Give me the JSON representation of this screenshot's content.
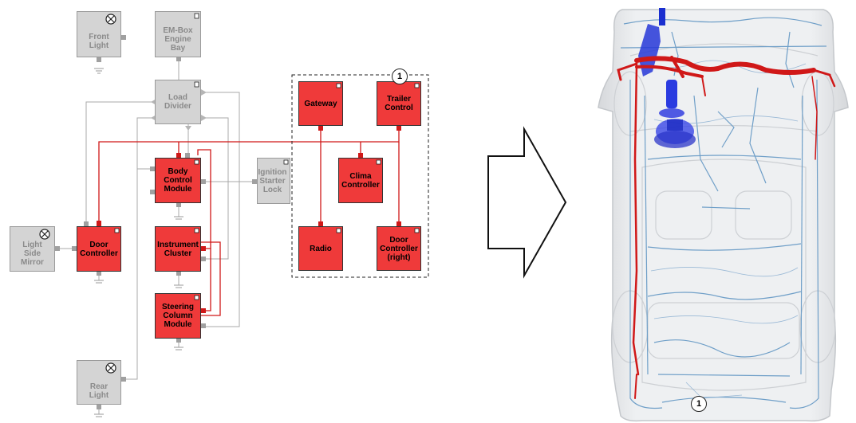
{
  "diagram": {
    "nodes": {
      "front_light": "Front Light",
      "em_box": "EM-Box\nEngine Bay",
      "load_divider": "Load\nDivider",
      "body_control": "Body\nControl\nModule",
      "ignition": "Ignition\nStarter\nLock",
      "light_mirror": "Light\nSide Mirror",
      "door_ctrl": "Door\nController",
      "instrument": "Instrument\nCluster",
      "steering": "Steering\nColumn\nModule",
      "rear_light": "Rear Light",
      "gateway": "Gateway",
      "trailer": "Trailer\nControl",
      "clima": "Clima\nController",
      "radio": "Radio",
      "door_right": "Door\nController\n(right)"
    },
    "group_badge": "1",
    "car_badge": "1"
  },
  "colors": {
    "active_red": "#ef3a3a",
    "inactive_gray": "#d4d4d4",
    "harness_blue": "#6f9fc8",
    "harness_red": "#d01818",
    "engine_blue": "#1a2fd0"
  }
}
